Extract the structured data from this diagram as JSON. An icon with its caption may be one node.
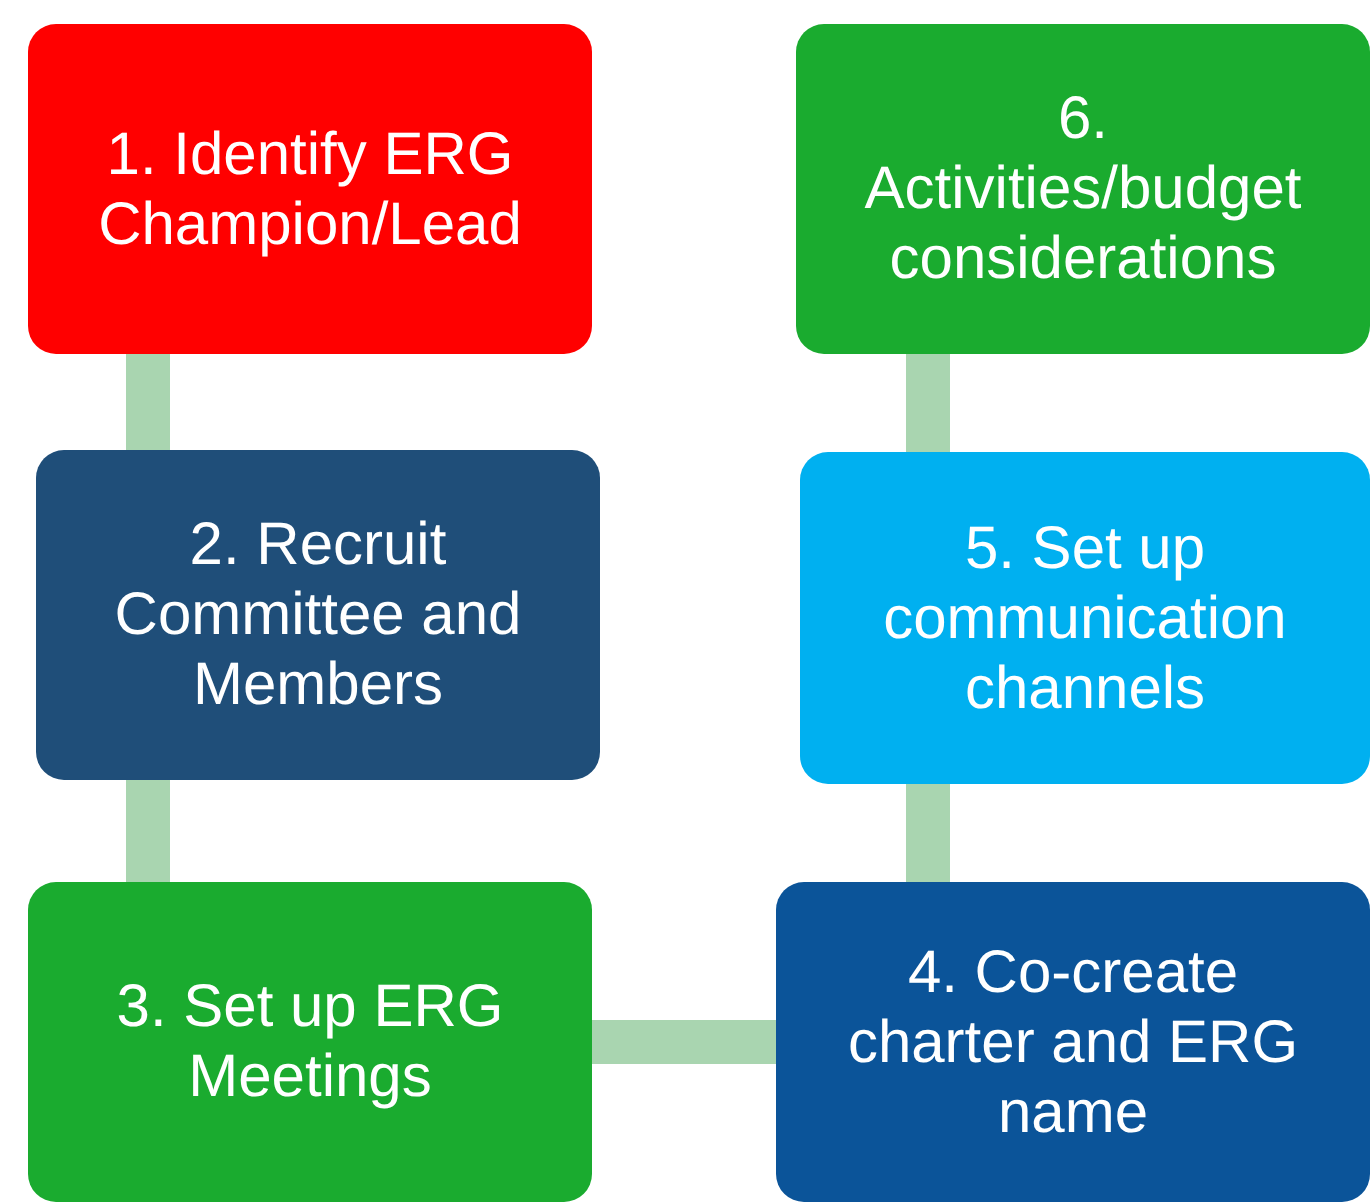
{
  "diagram": {
    "nodes": [
      {
        "text": [
          "1. Identify ERG Champion/Lead"
        ]
      },
      {
        "text": [
          "2. Recruit Committee and Members"
        ]
      },
      {
        "text": [
          "3. Set up ERG Meetings"
        ]
      },
      {
        "text": [
          "4. Co-create charter and ERG name"
        ]
      },
      {
        "text": [
          "5. Set up communication channels"
        ]
      },
      {
        "text": [
          "6. Activities/budget considerations"
        ]
      }
    ],
    "edges": [
      {
        "from": 0,
        "to": 1,
        "arrow": "none"
      },
      {
        "from": 1,
        "to": 2,
        "arrow": "none"
      },
      {
        "from": 2,
        "to": 3,
        "arrow": "none"
      },
      {
        "from": 3,
        "to": 4,
        "arrow": "none"
      },
      {
        "from": 4,
        "to": 5,
        "arrow": "none"
      }
    ]
  }
}
